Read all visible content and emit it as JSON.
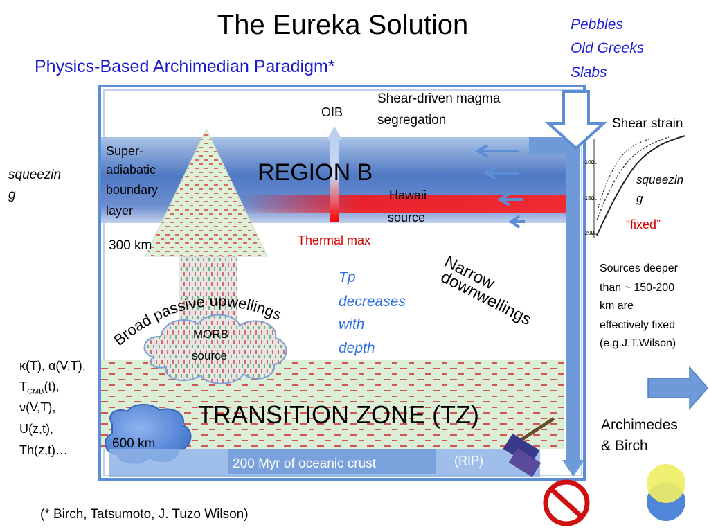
{
  "title": "The Eureka Solution",
  "subtitle": "Physics-Based Archimedian Paradigm*",
  "top_right": [
    "Pebbles",
    "Old Greeks",
    "Slabs"
  ],
  "labels": {
    "oib": "OIB",
    "shear_magma": [
      "Shear-driven magma",
      "segregation"
    ],
    "shear_strain": "Shear strain",
    "super_adiabatic": [
      "Super-",
      "adiabatic",
      "boundary",
      "layer"
    ],
    "region_b": "REGION B",
    "hawaii": [
      "Hawaii",
      "source"
    ],
    "depth_300": "300 km",
    "thermal_max": "Thermal max",
    "squeezing_left": [
      "squeezin",
      "g"
    ],
    "squeezing_right": [
      "squeezin",
      "g"
    ],
    "fixed": "“fixed”",
    "sources_deeper": [
      "Sources deeper",
      "than ~ 150-200",
      "km are",
      "effectively fixed",
      "(e.g.J.T.Wilson)"
    ],
    "narrow": "Narrow",
    "downwellings": "downwellings",
    "broad": "Broad passive upwellings",
    "tp": [
      "Tp",
      "decreases",
      "with",
      "depth"
    ],
    "morb": [
      "MORB",
      "source"
    ],
    "transition_zone": "TRANSITION ZONE  (TZ)",
    "depth_600": "600 km",
    "crust": "200 Myr of oceanic crust",
    "rip": "(RIP)",
    "archimedes": [
      "Archimedes",
      "& Birch"
    ],
    "footnote": "(* Birch, Tatsumoto, J. Tuzo Wilson)"
  },
  "params": {
    "line1": "κ(T), α(V,T),",
    "line2_main": "T",
    "line2_sub": "CMB",
    "line2_end": "(t),",
    "line3": "ν(V,T),",
    "line4": "U(z,t),",
    "line5": "Th(z,t)…"
  },
  "strain_plot": {
    "ticks": [
      "-100",
      "-150",
      "-200"
    ]
  },
  "colors": {
    "title_blue": "#1a1acc",
    "accent_red": "#d40000",
    "frame_blue": "#4f86c6",
    "region_blue": "#5b86c9",
    "upwelling_green": "#dff0d8",
    "cloud_blue": "#4f86d9"
  }
}
